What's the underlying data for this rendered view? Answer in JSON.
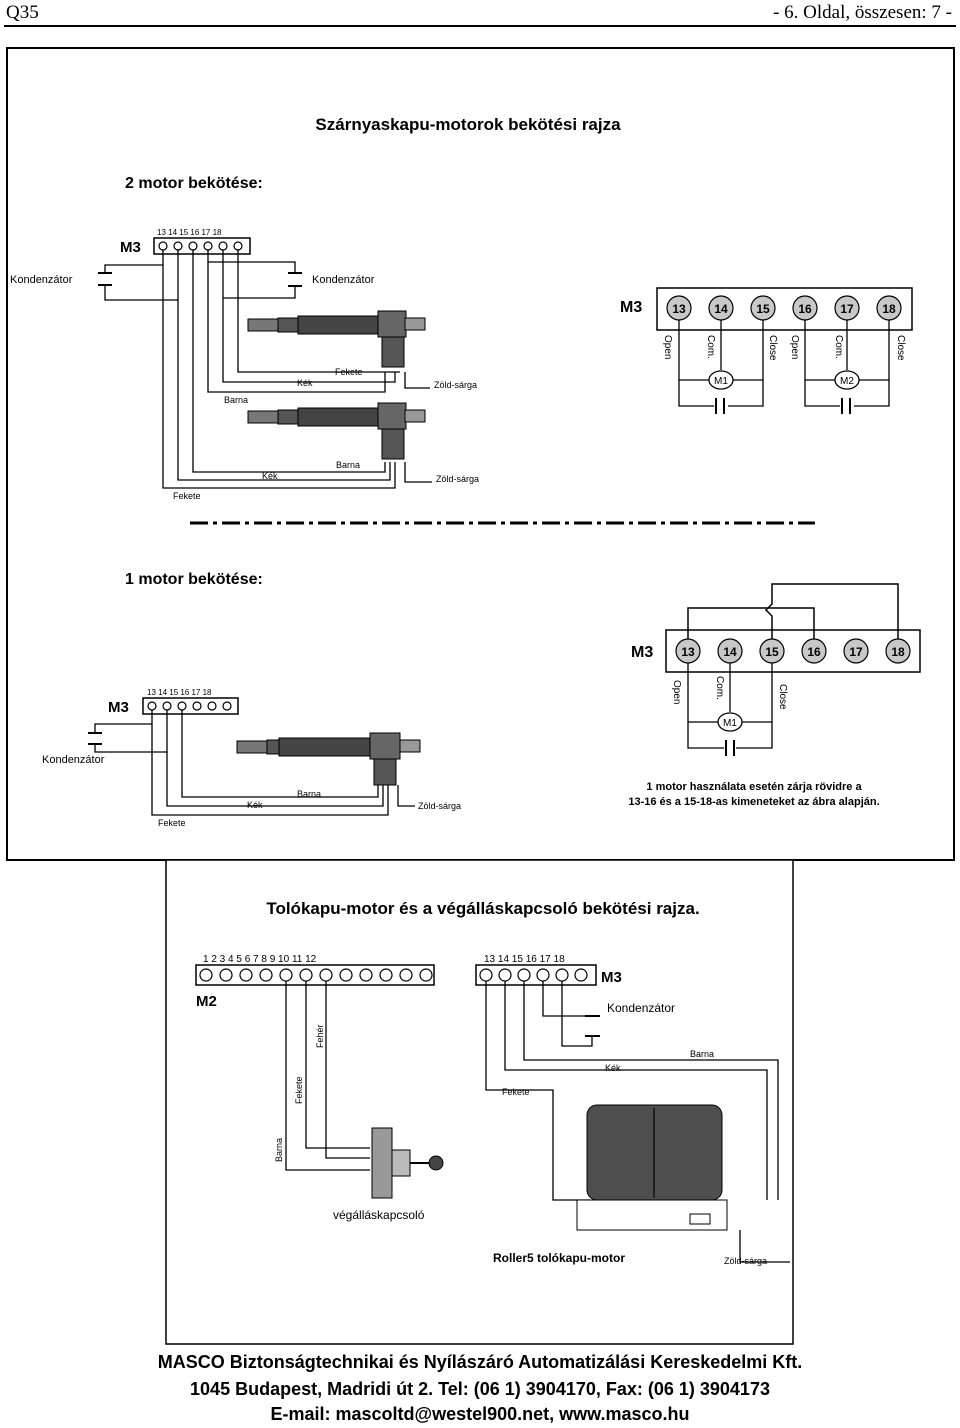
{
  "header": {
    "left": "Q35",
    "right": "- 6. Oldal, összesen: 7 -"
  },
  "panel1": {
    "title": "Szárnyaskapu-motorok bekötési rajza",
    "two_motor_heading": "2 motor bekötése:",
    "one_motor_heading": "1 motor bekötése:",
    "block_label": "M3",
    "terminal_numbers": "13 14 15 16 17 18",
    "terminals": [
      "13",
      "14",
      "15",
      "16",
      "17",
      "18"
    ],
    "capacitor_label": "Kondenzátor",
    "wire_black": "Fekete",
    "wire_blue": "Kék",
    "wire_brown": "Barna",
    "wire_green_yellow": "Zöld-sárga",
    "pin_open": "Open",
    "pin_com": "Com.",
    "pin_close": "Close",
    "motor1": "M1",
    "motor2": "M2",
    "note_line1": "1 motor használata esetén zárja rövidre a",
    "note_line2": "13-16 és a 15-18-as kimeneteket az ábra alapján."
  },
  "panel2": {
    "title": "Tolókapu-motor és a végálláskapcsoló bekötési rajza.",
    "m2_label": "M2",
    "m2_numbers": "1  2  3  4  5  6  7  8  9  10 11 12",
    "m3_label": "M3",
    "m3_numbers": "13 14 15 16 17 18",
    "capacitor_label": "Kondenzátor",
    "wire_white": "Fehér",
    "wire_black": "Fekete",
    "wire_brown": "Barna",
    "wire_blue": "Kék",
    "wire_green_yellow": "Zöld-sárga",
    "limit_switch": "végálláskapcsoló",
    "motor_label": "Roller5 tolókapu-motor"
  },
  "footer": {
    "line1": "MASCO Biztonságtechnikai és Nyílászáró Automatizálási Kereskedelmi Kft.",
    "line2": "1045 Budapest, Madridi út 2. Tel: (06 1) 3904170, Fax: (06 1) 3904173",
    "line3": "E-mail: mascoltd@westel900.net, www.masco.hu"
  },
  "colors": {
    "terminal_fill": "#c8c8c8",
    "motor_fill": "#5a5a5a",
    "ink": "#000000"
  }
}
